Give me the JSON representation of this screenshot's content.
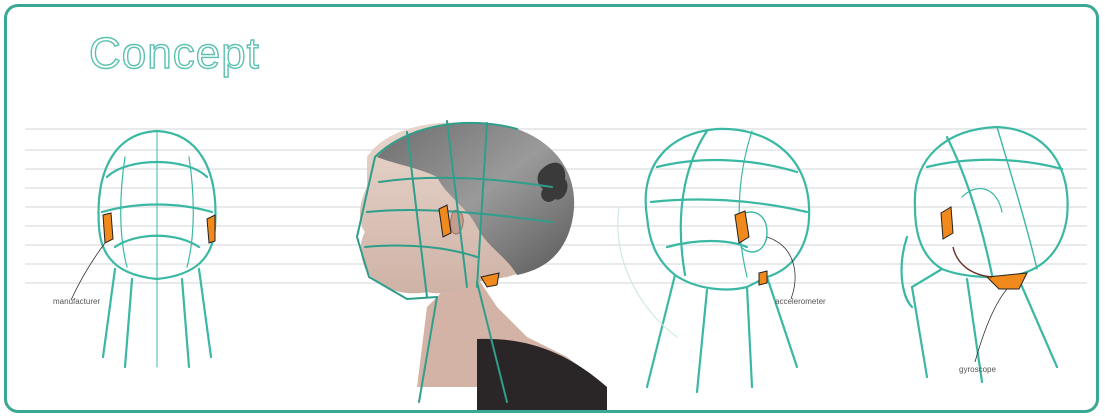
{
  "title": "Concept",
  "colors": {
    "teal": "#3bb8a3",
    "accent": "#f08a1c",
    "frame": "#3aa895",
    "guide": "#e4e6e8"
  },
  "labels": {
    "head1": "manufacturer",
    "head3": "accelerometer",
    "head4": "gyroscope"
  }
}
